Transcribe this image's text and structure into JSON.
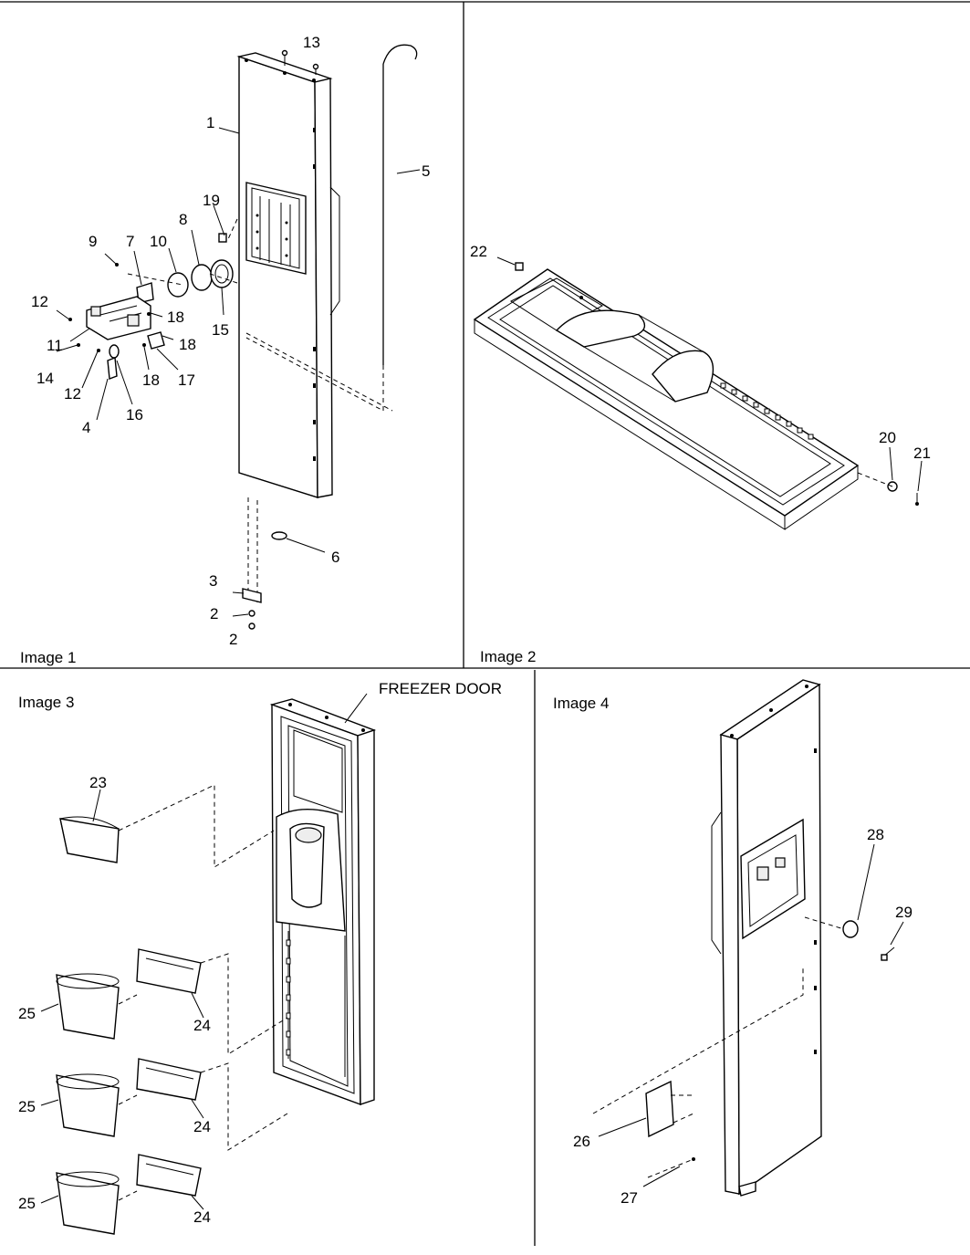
{
  "panels": {
    "image1": {
      "caption": "Image 1"
    },
    "image2": {
      "caption": "Image 2"
    },
    "image3": {
      "caption": "Image 3",
      "freezer_door_label": "FREEZER DOOR"
    },
    "image4": {
      "caption": "Image 4"
    }
  },
  "callouts": {
    "p1": "1",
    "p2a": "2",
    "p2b": "2",
    "p3": "3",
    "p4": "4",
    "p5": "5",
    "p6": "6",
    "p7": "7",
    "p8": "8",
    "p9": "9",
    "p10": "10",
    "p11": "11",
    "p12a": "12",
    "p12b": "12",
    "p13": "13",
    "p14": "14",
    "p15": "15",
    "p16": "16",
    "p17": "17",
    "p18a": "18",
    "p18b": "18",
    "p18c": "18",
    "p19": "19",
    "p20": "20",
    "p21": "21",
    "p22": "22",
    "p23": "23",
    "p24a": "24",
    "p24b": "24",
    "p24c": "24",
    "p25a": "25",
    "p25b": "25",
    "p25c": "25",
    "p26": "26",
    "p27": "27",
    "p28": "28",
    "p29": "29"
  }
}
